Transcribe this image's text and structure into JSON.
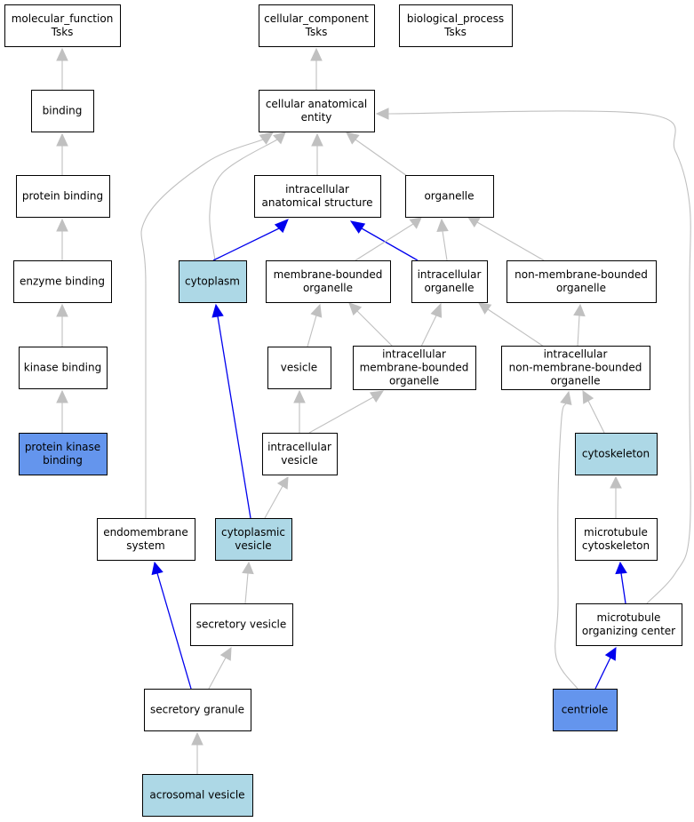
{
  "colors": {
    "default_fill": "#ffffff",
    "light_fill": "#add8e6",
    "strong_fill": "#6495ed",
    "edge_gray": "#c0c0c0",
    "edge_blue": "#0000ee"
  },
  "nodes": [
    {
      "id": "molecular_function",
      "lines": [
        "molecular_function",
        "Tsks"
      ],
      "fill": "default"
    },
    {
      "id": "cellular_component",
      "lines": [
        "cellular_component",
        "Tsks"
      ],
      "fill": "default"
    },
    {
      "id": "biological_process",
      "lines": [
        "biological_process",
        "Tsks"
      ],
      "fill": "default"
    },
    {
      "id": "binding",
      "lines": [
        "binding"
      ],
      "fill": "default"
    },
    {
      "id": "cellular_anatomical_entity",
      "lines": [
        "cellular anatomical",
        "entity"
      ],
      "fill": "default"
    },
    {
      "id": "protein_binding",
      "lines": [
        "protein binding"
      ],
      "fill": "default"
    },
    {
      "id": "intracellular_anatomical_structure",
      "lines": [
        "intracellular",
        "anatomical structure"
      ],
      "fill": "default"
    },
    {
      "id": "organelle",
      "lines": [
        "organelle"
      ],
      "fill": "default"
    },
    {
      "id": "enzyme_binding",
      "lines": [
        "enzyme binding"
      ],
      "fill": "default"
    },
    {
      "id": "cytoplasm",
      "lines": [
        "cytoplasm"
      ],
      "fill": "light"
    },
    {
      "id": "membrane_bounded_organelle",
      "lines": [
        "membrane-bounded",
        "organelle"
      ],
      "fill": "default"
    },
    {
      "id": "intracellular_organelle",
      "lines": [
        "intracellular",
        "organelle"
      ],
      "fill": "default"
    },
    {
      "id": "non_membrane_bounded_organelle",
      "lines": [
        "non-membrane-bounded",
        "organelle"
      ],
      "fill": "default"
    },
    {
      "id": "kinase_binding",
      "lines": [
        "kinase binding"
      ],
      "fill": "default"
    },
    {
      "id": "vesicle",
      "lines": [
        "vesicle"
      ],
      "fill": "default"
    },
    {
      "id": "intracellular_membrane_bounded_organelle",
      "lines": [
        "intracellular",
        "membrane-bounded",
        "organelle"
      ],
      "fill": "default"
    },
    {
      "id": "intracellular_non_membrane_bounded_organelle",
      "lines": [
        "intracellular",
        "non-membrane-bounded",
        "organelle"
      ],
      "fill": "default"
    },
    {
      "id": "protein_kinase_binding",
      "lines": [
        "protein kinase",
        "binding"
      ],
      "fill": "strong"
    },
    {
      "id": "intracellular_vesicle",
      "lines": [
        "intracellular",
        "vesicle"
      ],
      "fill": "default"
    },
    {
      "id": "cytoskeleton",
      "lines": [
        "cytoskeleton"
      ],
      "fill": "light"
    },
    {
      "id": "endomembrane_system",
      "lines": [
        "endomembrane",
        "system"
      ],
      "fill": "default"
    },
    {
      "id": "cytoplasmic_vesicle",
      "lines": [
        "cytoplasmic",
        "vesicle"
      ],
      "fill": "light"
    },
    {
      "id": "microtubule_cytoskeleton",
      "lines": [
        "microtubule",
        "cytoskeleton"
      ],
      "fill": "default"
    },
    {
      "id": "secretory_vesicle",
      "lines": [
        "secretory vesicle"
      ],
      "fill": "default"
    },
    {
      "id": "microtubule_organizing_center",
      "lines": [
        "microtubule",
        "organizing center"
      ],
      "fill": "default"
    },
    {
      "id": "secretory_granule",
      "lines": [
        "secretory granule"
      ],
      "fill": "default"
    },
    {
      "id": "centriole",
      "lines": [
        "centriole"
      ],
      "fill": "strong"
    },
    {
      "id": "acrosomal_vesicle",
      "lines": [
        "acrosomal vesicle"
      ],
      "fill": "light"
    }
  ],
  "edges": [
    {
      "from": "binding",
      "to": "molecular_function",
      "color": "gray"
    },
    {
      "from": "protein_binding",
      "to": "binding",
      "color": "gray"
    },
    {
      "from": "enzyme_binding",
      "to": "protein_binding",
      "color": "gray"
    },
    {
      "from": "kinase_binding",
      "to": "enzyme_binding",
      "color": "gray"
    },
    {
      "from": "protein_kinase_binding",
      "to": "kinase_binding",
      "color": "gray"
    },
    {
      "from": "cellular_anatomical_entity",
      "to": "cellular_component",
      "color": "gray"
    },
    {
      "from": "intracellular_anatomical_structure",
      "to": "cellular_anatomical_entity",
      "color": "gray"
    },
    {
      "from": "organelle",
      "to": "cellular_anatomical_entity",
      "color": "gray"
    },
    {
      "from": "cytoplasm",
      "to": "cellular_anatomical_entity",
      "color": "gray"
    },
    {
      "from": "endomembrane_system",
      "to": "cellular_anatomical_entity",
      "color": "gray"
    },
    {
      "from": "microtubule_organizing_center",
      "to": "cellular_anatomical_entity",
      "color": "gray"
    },
    {
      "from": "cytoplasm",
      "to": "intracellular_anatomical_structure",
      "color": "blue"
    },
    {
      "from": "intracellular_organelle",
      "to": "intracellular_anatomical_structure",
      "color": "blue"
    },
    {
      "from": "membrane_bounded_organelle",
      "to": "organelle",
      "color": "gray"
    },
    {
      "from": "intracellular_organelle",
      "to": "organelle",
      "color": "gray"
    },
    {
      "from": "non_membrane_bounded_organelle",
      "to": "organelle",
      "color": "gray"
    },
    {
      "from": "vesicle",
      "to": "membrane_bounded_organelle",
      "color": "gray"
    },
    {
      "from": "intracellular_membrane_bounded_organelle",
      "to": "membrane_bounded_organelle",
      "color": "gray"
    },
    {
      "from": "intracellular_membrane_bounded_organelle",
      "to": "intracellular_organelle",
      "color": "gray"
    },
    {
      "from": "intracellular_non_membrane_bounded_organelle",
      "to": "intracellular_organelle",
      "color": "gray"
    },
    {
      "from": "intracellular_non_membrane_bounded_organelle",
      "to": "non_membrane_bounded_organelle",
      "color": "gray"
    },
    {
      "from": "intracellular_vesicle",
      "to": "vesicle",
      "color": "gray"
    },
    {
      "from": "intracellular_vesicle",
      "to": "intracellular_membrane_bounded_organelle",
      "color": "gray"
    },
    {
      "from": "cytoskeleton",
      "to": "intracellular_non_membrane_bounded_organelle",
      "color": "gray"
    },
    {
      "from": "centriole",
      "to": "intracellular_non_membrane_bounded_organelle",
      "color": "gray"
    },
    {
      "from": "cytoplasmic_vesicle",
      "to": "intracellular_vesicle",
      "color": "gray"
    },
    {
      "from": "cytoplasmic_vesicle",
      "to": "cytoplasm",
      "color": "blue"
    },
    {
      "from": "microtubule_cytoskeleton",
      "to": "cytoskeleton",
      "color": "gray"
    },
    {
      "from": "secretory_vesicle",
      "to": "cytoplasmic_vesicle",
      "color": "gray"
    },
    {
      "from": "microtubule_organizing_center",
      "to": "microtubule_cytoskeleton",
      "color": "blue"
    },
    {
      "from": "secretory_granule",
      "to": "secretory_vesicle",
      "color": "gray"
    },
    {
      "from": "secretory_granule",
      "to": "endomembrane_system",
      "color": "blue"
    },
    {
      "from": "centriole",
      "to": "microtubule_organizing_center",
      "color": "blue"
    },
    {
      "from": "acrosomal_vesicle",
      "to": "secretory_granule",
      "color": "gray"
    }
  ]
}
